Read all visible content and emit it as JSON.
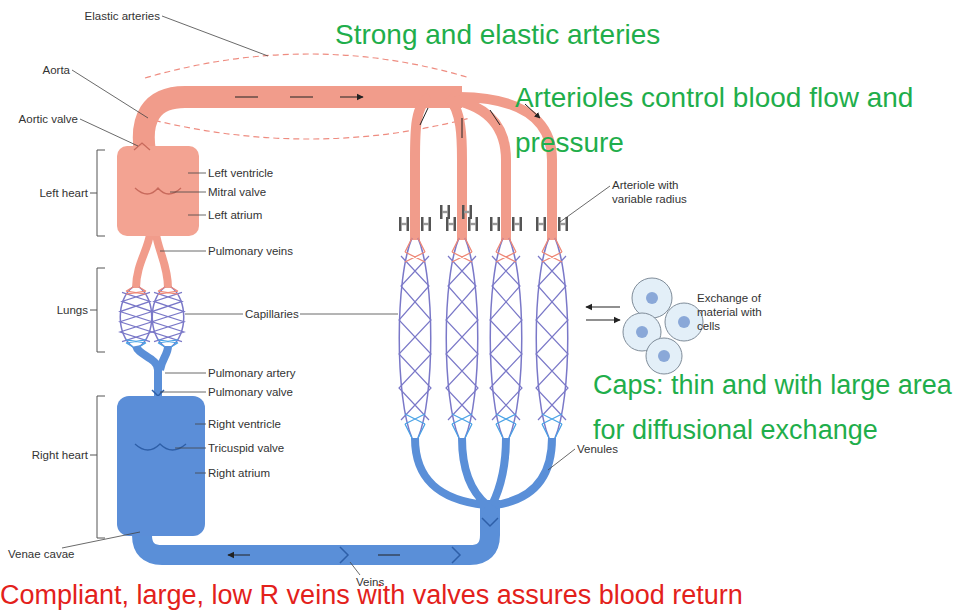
{
  "diagram": {
    "labels": [
      "Elastic arteries",
      "Strong and elastic arteries",
      "Aorta",
      "Aortic valve",
      "Arterioles control blood flow and pressure",
      "Arteriole with variable radius",
      "Left heart",
      "Left ventricle",
      "Mitral valve",
      "Left atrium",
      "Pulmonary veins",
      "Lungs",
      "Capillaries",
      "Exchange of material with cells",
      "Caps: thin and with large area for diffusional exchange",
      "Pulmonary artery",
      "Pulmonary valve",
      "Right ventricle",
      "Tricuspid valve",
      "Right atrium",
      "Venules",
      "Right heart",
      "Venae cavae",
      "Veins",
      "Compliant, large, low R veins with valves assures blood return"
    ]
  }
}
